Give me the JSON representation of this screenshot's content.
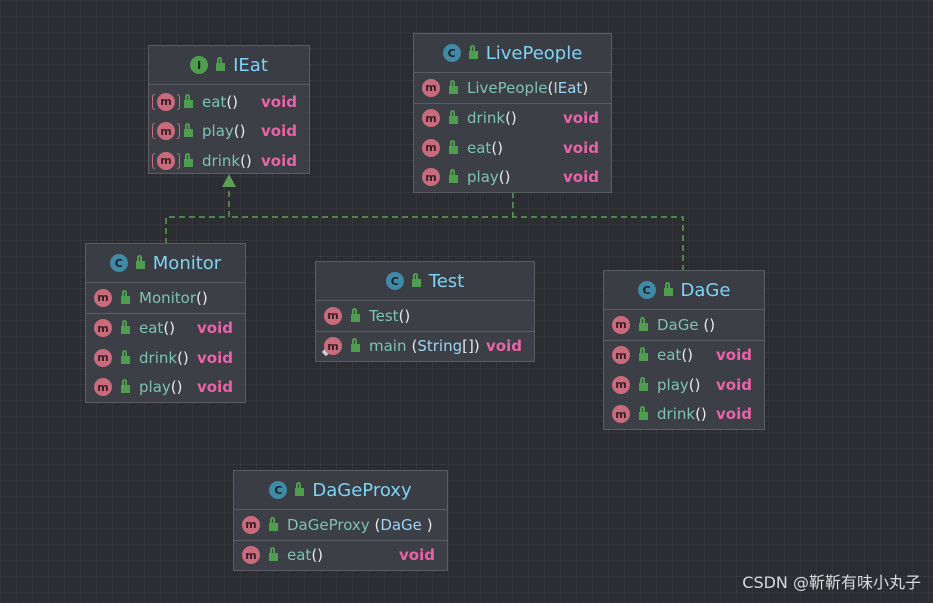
{
  "boxes": {
    "ieat": {
      "kind": "I",
      "name": "IEat",
      "methods": [
        {
          "icon": "m",
          "name": "eat",
          "params": "()",
          "ret": "void"
        },
        {
          "icon": "m",
          "name": "play",
          "params": "()",
          "ret": "void"
        },
        {
          "icon": "m",
          "name": "drink",
          "params": "()",
          "ret": "void"
        }
      ]
    },
    "livepeople": {
      "kind": "C",
      "name": "LivePeople",
      "ctor": {
        "icon": "m",
        "name": "LivePeople",
        "open": "(",
        "param": "IEat",
        "close": ")"
      },
      "methods": [
        {
          "icon": "m",
          "name": "drink",
          "params": "()",
          "ret": "void"
        },
        {
          "icon": "m",
          "name": "eat",
          "params": "()",
          "ret": "void"
        },
        {
          "icon": "m",
          "name": "play",
          "params": "()",
          "ret": "void"
        }
      ]
    },
    "monitor": {
      "kind": "C",
      "name": "Monitor",
      "ctor": {
        "icon": "m",
        "name": "Monitor",
        "params": "()"
      },
      "methods": [
        {
          "icon": "m",
          "name": "eat",
          "params": "()",
          "ret": "void"
        },
        {
          "icon": "m",
          "name": "drink",
          "params": "()",
          "ret": "void"
        },
        {
          "icon": "m",
          "name": "play",
          "params": "()",
          "ret": "void"
        }
      ]
    },
    "test": {
      "kind": "C",
      "name": "Test",
      "ctor": {
        "icon": "m",
        "name": "Test",
        "params": "()"
      },
      "methods": [
        {
          "icon": "m",
          "name": "main",
          "open": "(",
          "param": "String",
          "close": "[])",
          "ret": "void"
        }
      ]
    },
    "dage": {
      "kind": "C",
      "name": "DaGe",
      "ctor": {
        "icon": "m",
        "name": "DaGe",
        "params": " ()"
      },
      "methods": [
        {
          "icon": "m",
          "name": "eat",
          "params": "()",
          "ret": "void"
        },
        {
          "icon": "m",
          "name": "play",
          "params": "()",
          "ret": "void"
        },
        {
          "icon": "m",
          "name": "drink",
          "params": "()",
          "ret": "void"
        }
      ]
    },
    "dageproxy": {
      "kind": "C",
      "name": "DaGeProxy",
      "ctor": {
        "icon": "m",
        "name": "DaGeProxy",
        "open": " (",
        "param": "DaGe",
        "close": " )"
      },
      "methods": [
        {
          "icon": "m",
          "name": "eat",
          "params": "()",
          "ret": "void"
        }
      ]
    }
  },
  "watermark": "CSDN @靳靳有味小丸子",
  "colors": {
    "background": "#2b2d33",
    "box": "#3c3f45",
    "connector": "#5c9e52",
    "class_name": "#7fd3f5",
    "return_type": "#e963a9"
  }
}
